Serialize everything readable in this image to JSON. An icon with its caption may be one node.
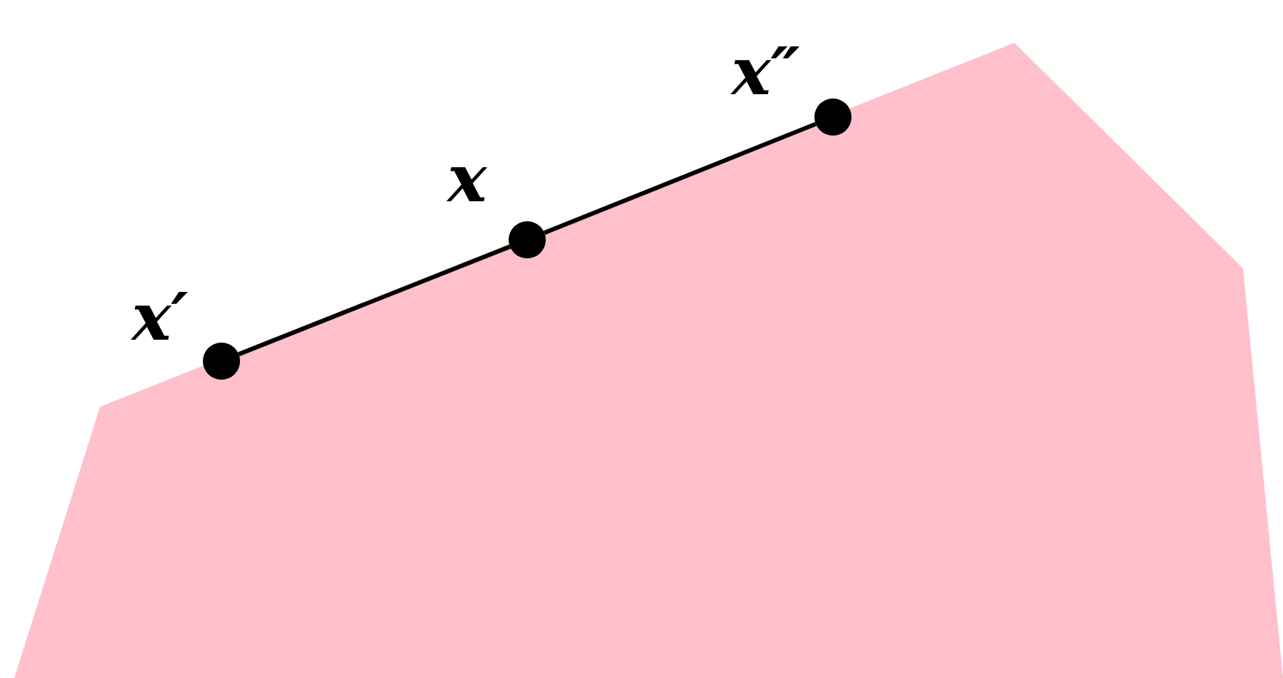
{
  "diagram": {
    "nodes": [
      {
        "text": [],
        "shape": "circle",
        "beside": [
          "x′"
        ]
      },
      {
        "text": [],
        "shape": "circle",
        "beside": [
          "x"
        ]
      },
      {
        "text": [],
        "shape": "circle",
        "beside": [
          "x″"
        ]
      }
    ],
    "edges": [
      {
        "from": 0,
        "to": 1,
        "arrow": "none"
      },
      {
        "from": 1,
        "to": 2,
        "arrow": "none"
      }
    ]
  }
}
